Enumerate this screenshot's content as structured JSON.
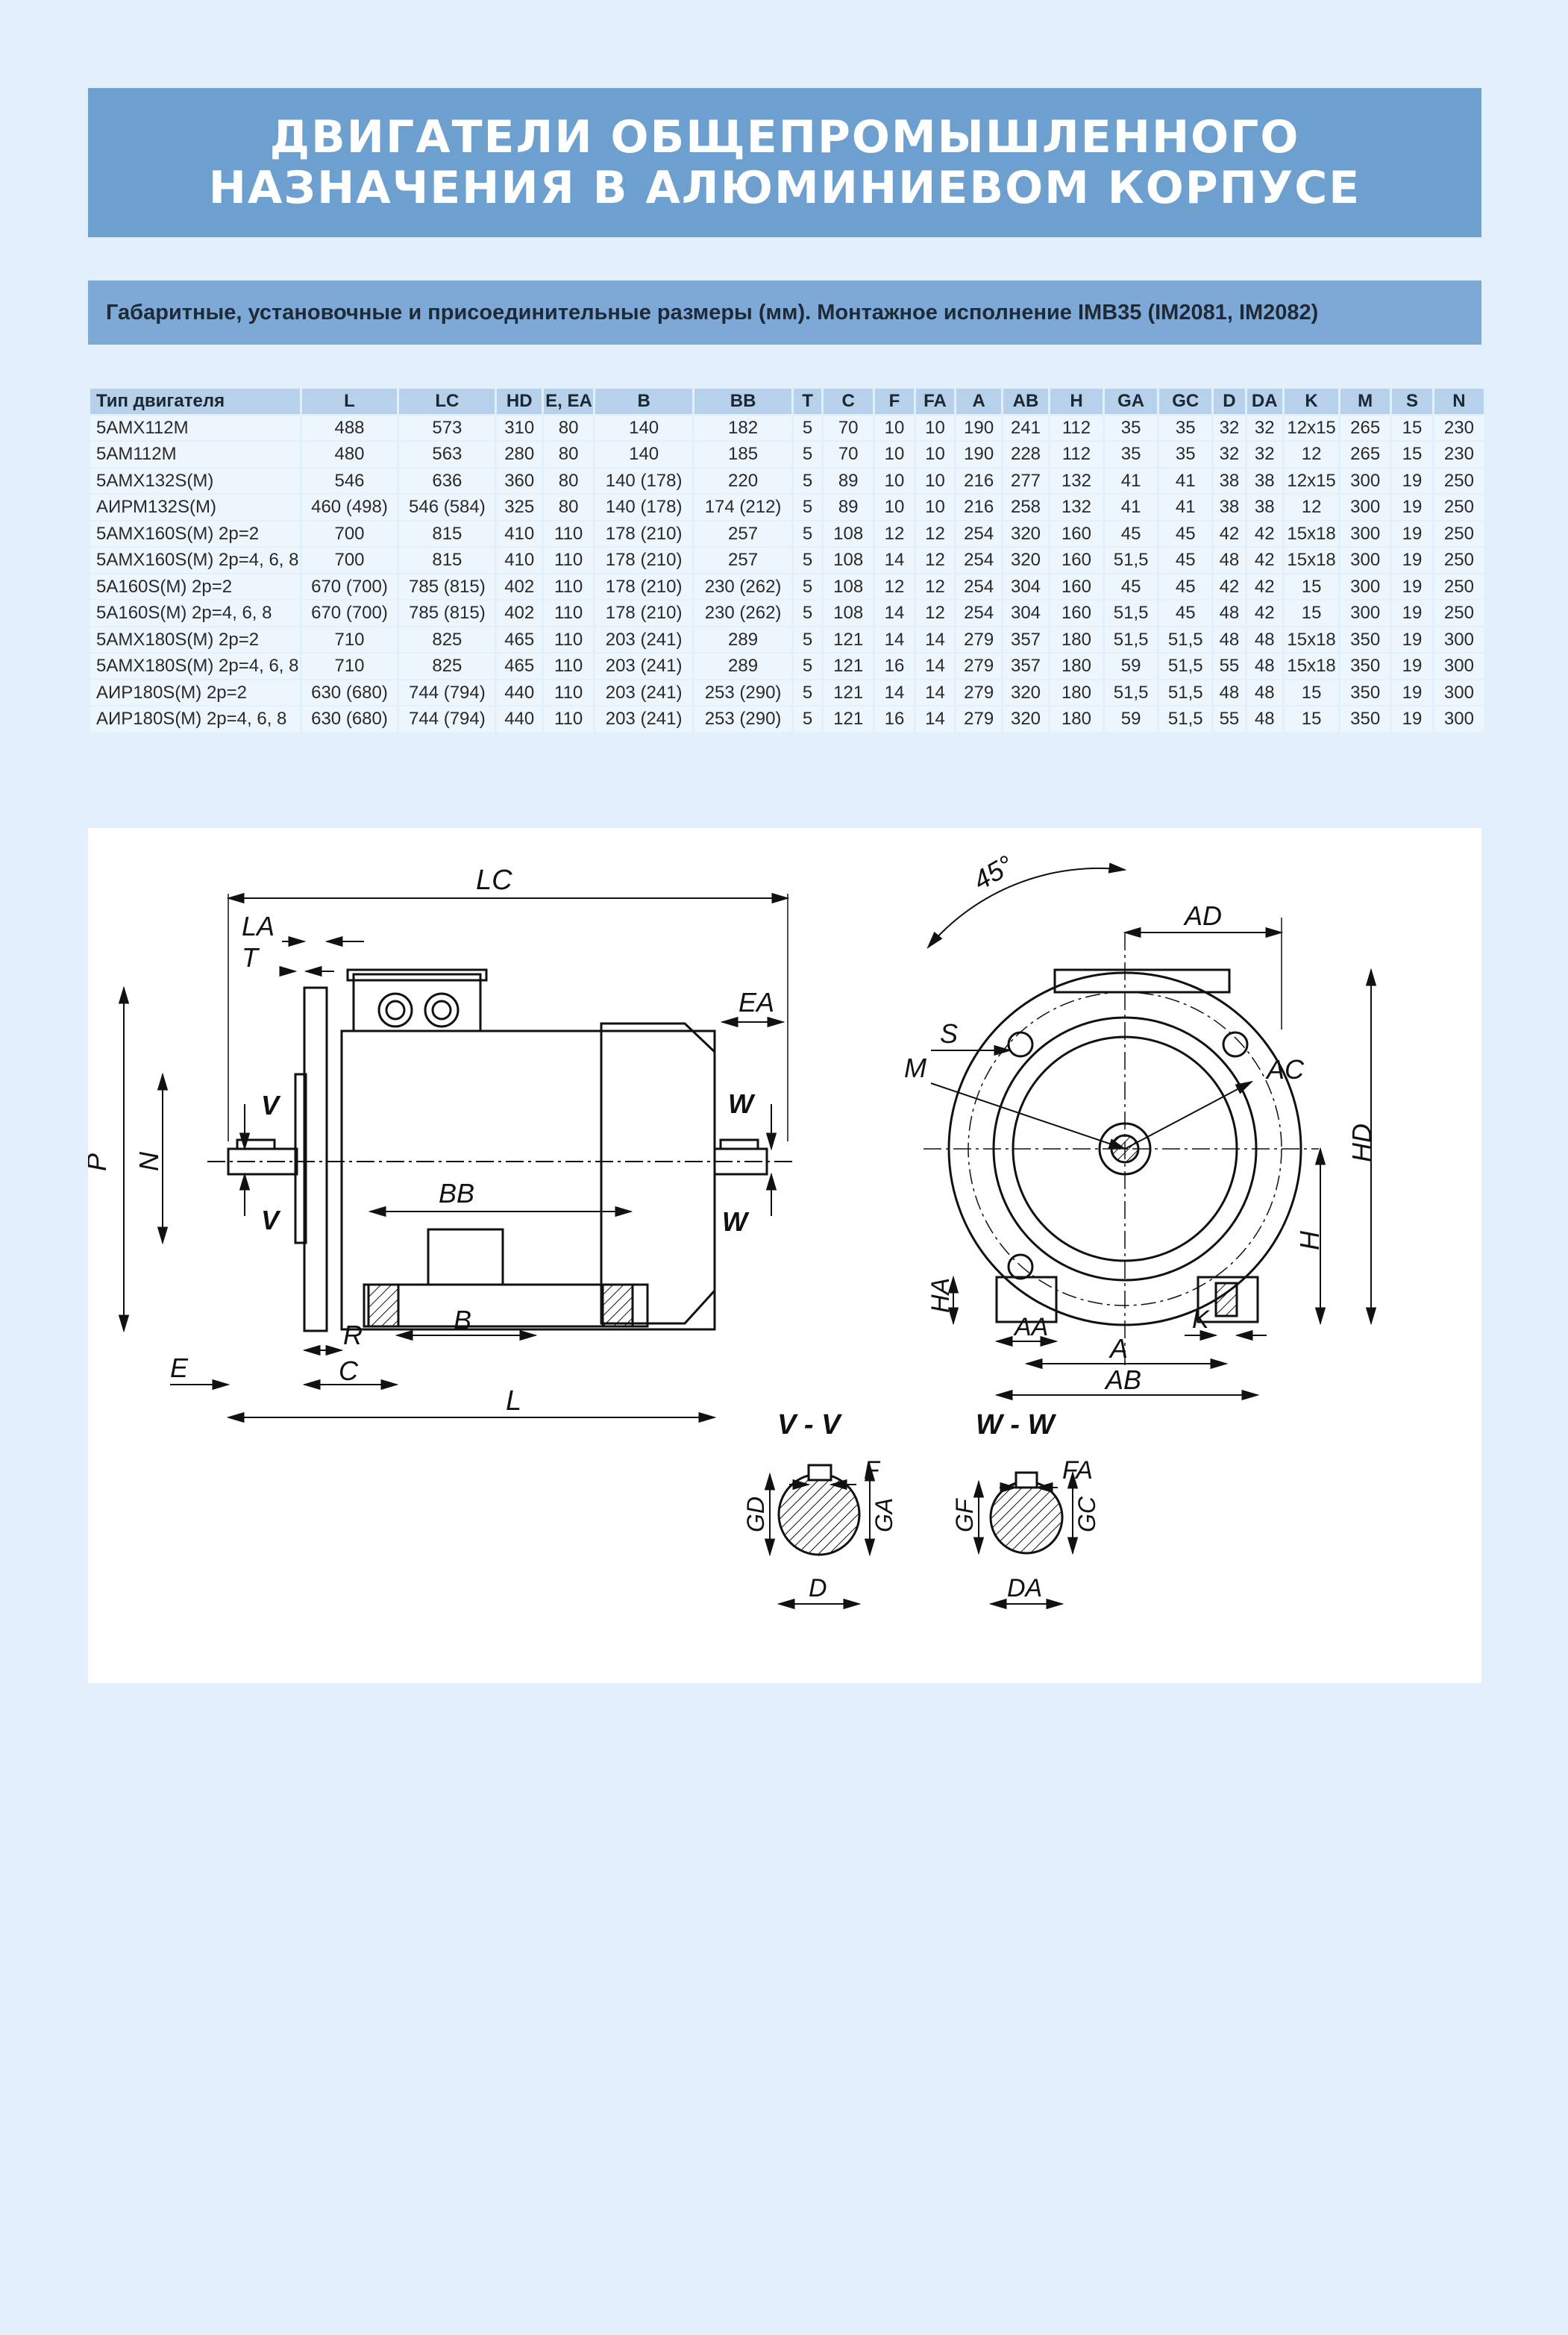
{
  "header": {
    "title_line1": "ДВИГАТЕЛИ ОБЩЕПРОМЫШЛЕННОГО",
    "title_line2": "НАЗНАЧЕНИЯ В АЛЮМИНИЕВОМ КОРПУСЕ",
    "subtitle": "Габаритные, установочные и присоединительные размеры (мм). Монтажное исполнение IMB35 (IM2081, IM2082)"
  },
  "colors": {
    "background": "#e1f0fc",
    "title_band": "#6d9fcf",
    "subtitle_band": "#7ea9d6",
    "table_header": "#b7d1ea",
    "table_cell": "#eef6fd"
  },
  "table": {
    "columns": [
      "Тип двигателя",
      "L",
      "LC",
      "HD",
      "E, EA",
      "B",
      "BB",
      "T",
      "C",
      "F",
      "FA",
      "A",
      "AB",
      "H",
      "GA",
      "GC",
      "D",
      "DA",
      "K",
      "M",
      "S",
      "N"
    ],
    "rows": [
      [
        "5АМХ112М",
        "488",
        "573",
        "310",
        "80",
        "140",
        "182",
        "5",
        "70",
        "10",
        "10",
        "190",
        "241",
        "112",
        "35",
        "35",
        "32",
        "32",
        "12x15",
        "265",
        "15",
        "230"
      ],
      [
        "5АМ112М",
        "480",
        "563",
        "280",
        "80",
        "140",
        "185",
        "5",
        "70",
        "10",
        "10",
        "190",
        "228",
        "112",
        "35",
        "35",
        "32",
        "32",
        "12",
        "265",
        "15",
        "230"
      ],
      [
        "5АМХ132S(M)",
        "546",
        "636",
        "360",
        "80",
        "140 (178)",
        "220",
        "5",
        "89",
        "10",
        "10",
        "216",
        "277",
        "132",
        "41",
        "41",
        "38",
        "38",
        "12x15",
        "300",
        "19",
        "250"
      ],
      [
        "АИРМ132S(M)",
        "460 (498)",
        "546 (584)",
        "325",
        "80",
        "140 (178)",
        "174 (212)",
        "5",
        "89",
        "10",
        "10",
        "216",
        "258",
        "132",
        "41",
        "41",
        "38",
        "38",
        "12",
        "300",
        "19",
        "250"
      ],
      [
        "5АМХ160S(M) 2p=2",
        "700",
        "815",
        "410",
        "110",
        "178 (210)",
        "257",
        "5",
        "108",
        "12",
        "12",
        "254",
        "320",
        "160",
        "45",
        "45",
        "42",
        "42",
        "15x18",
        "300",
        "19",
        "250"
      ],
      [
        "5АМХ160S(M) 2p=4, 6, 8",
        "700",
        "815",
        "410",
        "110",
        "178 (210)",
        "257",
        "5",
        "108",
        "14",
        "12",
        "254",
        "320",
        "160",
        "51,5",
        "45",
        "48",
        "42",
        "15x18",
        "300",
        "19",
        "250"
      ],
      [
        "5А160S(M) 2p=2",
        "670 (700)",
        "785 (815)",
        "402",
        "110",
        "178 (210)",
        "230 (262)",
        "5",
        "108",
        "12",
        "12",
        "254",
        "304",
        "160",
        "45",
        "45",
        "42",
        "42",
        "15",
        "300",
        "19",
        "250"
      ],
      [
        "5А160S(M) 2p=4, 6, 8",
        "670 (700)",
        "785 (815)",
        "402",
        "110",
        "178 (210)",
        "230 (262)",
        "5",
        "108",
        "14",
        "12",
        "254",
        "304",
        "160",
        "51,5",
        "45",
        "48",
        "42",
        "15",
        "300",
        "19",
        "250"
      ],
      [
        "5АМХ180S(M) 2p=2",
        "710",
        "825",
        "465",
        "110",
        "203 (241)",
        "289",
        "5",
        "121",
        "14",
        "14",
        "279",
        "357",
        "180",
        "51,5",
        "51,5",
        "48",
        "48",
        "15x18",
        "350",
        "19",
        "300"
      ],
      [
        "5АМХ180S(M) 2p=4, 6, 8",
        "710",
        "825",
        "465",
        "110",
        "203 (241)",
        "289",
        "5",
        "121",
        "16",
        "14",
        "279",
        "357",
        "180",
        "59",
        "51,5",
        "55",
        "48",
        "15x18",
        "350",
        "19",
        "300"
      ],
      [
        "АИР180S(M) 2p=2",
        "630 (680)",
        "744 (794)",
        "440",
        "110",
        "203 (241)",
        "253 (290)",
        "5",
        "121",
        "14",
        "14",
        "279",
        "320",
        "180",
        "51,5",
        "51,5",
        "48",
        "48",
        "15",
        "350",
        "19",
        "300"
      ],
      [
        "АИР180S(M) 2p=4, 6, 8",
        "630 (680)",
        "744 (794)",
        "440",
        "110",
        "203 (241)",
        "253 (290)",
        "5",
        "121",
        "16",
        "14",
        "279",
        "320",
        "180",
        "59",
        "51,5",
        "55",
        "48",
        "15",
        "350",
        "19",
        "300"
      ]
    ]
  },
  "drawing": {
    "side_labels": {
      "LC": "LC",
      "LA": "LA",
      "T": "T",
      "EA": "EA",
      "P": "P",
      "N": "N",
      "V_top": "V",
      "V_bottom": "V",
      "W_top": "W",
      "W_bottom": "W",
      "BB": "BB",
      "B": "B",
      "R": "R",
      "E": "E",
      "C": "C",
      "L": "L"
    },
    "end_labels": {
      "angle": "45°",
      "AD": "AD",
      "S": "S",
      "M": "M",
      "AC": "AC",
      "HD": "HD",
      "H": "H",
      "HA": "HA",
      "AA": "AA",
      "K": "K",
      "A": "A",
      "AB": "AB"
    },
    "section_labels": {
      "vv_title": "V - V",
      "ww_title": "W - W",
      "F": "F",
      "GD": "GD",
      "GA": "GA",
      "D": "D",
      "FA": "FA",
      "GF": "GF",
      "GC": "GC",
      "DA": "DA"
    }
  }
}
